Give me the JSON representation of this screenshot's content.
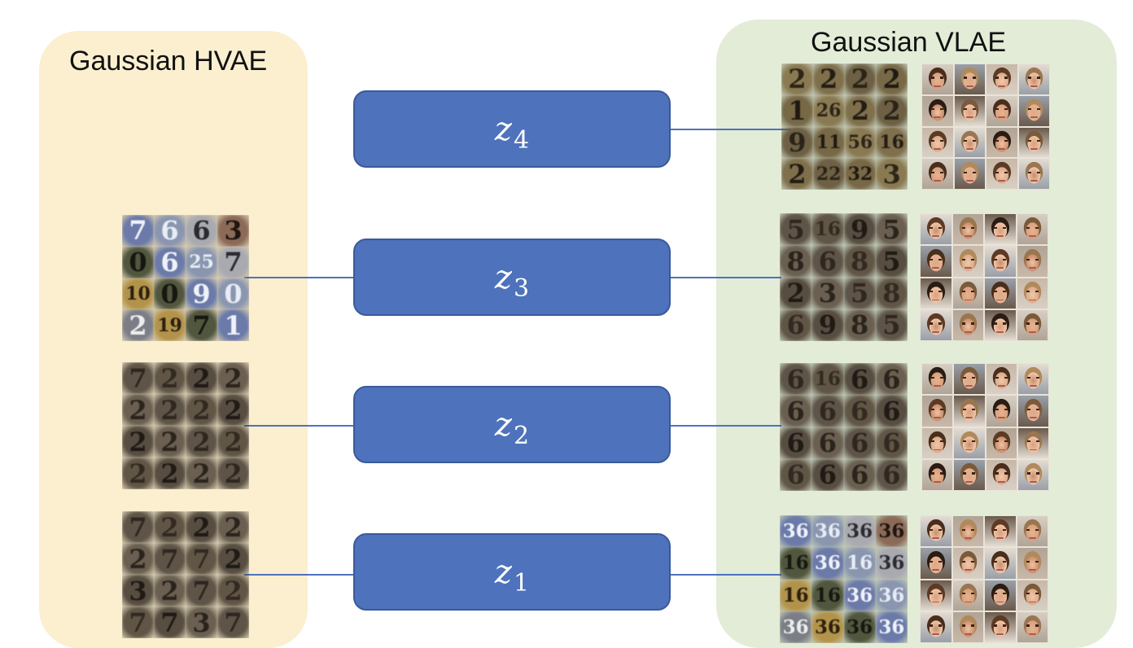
{
  "left_panel": {
    "title": "Gaussian HVAE"
  },
  "right_panel": {
    "title": "Gaussian VLAE"
  },
  "colors": {
    "left_panel_bg": "#fbefcf",
    "right_panel_bg": "#e3ecd7",
    "latent_box": "#4e72bc",
    "connector": "#4e72bc"
  },
  "latents": [
    {
      "var": "z",
      "sub": "4"
    },
    {
      "var": "z",
      "sub": "3"
    },
    {
      "var": "z",
      "sub": "2"
    },
    {
      "var": "z",
      "sub": "1"
    }
  ],
  "hvae_samples": {
    "z3": [
      "7",
      "6",
      "6",
      "3",
      "0",
      "6",
      "25",
      "7",
      "10",
      "0",
      "9",
      "0",
      "2",
      "19",
      "7",
      "1"
    ],
    "z2": [
      "7",
      "2",
      "2",
      "2",
      "2",
      "2",
      "2",
      "2",
      "2",
      "2",
      "2",
      "2",
      "2",
      "2",
      "2",
      "2"
    ],
    "z1": [
      "7",
      "2",
      "2",
      "2",
      "2",
      "7",
      "7",
      "2",
      "3",
      "2",
      "7",
      "2",
      "7",
      "7",
      "3",
      "7"
    ]
  },
  "vlae_digit_samples": {
    "z4": [
      "2",
      "2",
      "2",
      "2",
      "1",
      "26",
      "2",
      "2",
      "9",
      "11",
      "56",
      "16",
      "2",
      "22",
      "32",
      "3"
    ],
    "z3": [
      "5",
      "16",
      "9",
      "5",
      "8",
      "6",
      "8",
      "5",
      "2",
      "3",
      "5",
      "8",
      "6",
      "9",
      "8",
      "5"
    ],
    "z2": [
      "6",
      "16",
      "6",
      "6",
      "6",
      "6",
      "6",
      "6",
      "6",
      "6",
      "6",
      "6",
      "6",
      "6",
      "6",
      "6"
    ],
    "z1": [
      "36",
      "36",
      "36",
      "36",
      "16",
      "36",
      "16",
      "36",
      "16",
      "16",
      "36",
      "36",
      "36",
      "36",
      "36",
      "36"
    ]
  },
  "vlae_face_samples": {
    "count_per_grid": 16,
    "icon": "face-thumbnail"
  }
}
